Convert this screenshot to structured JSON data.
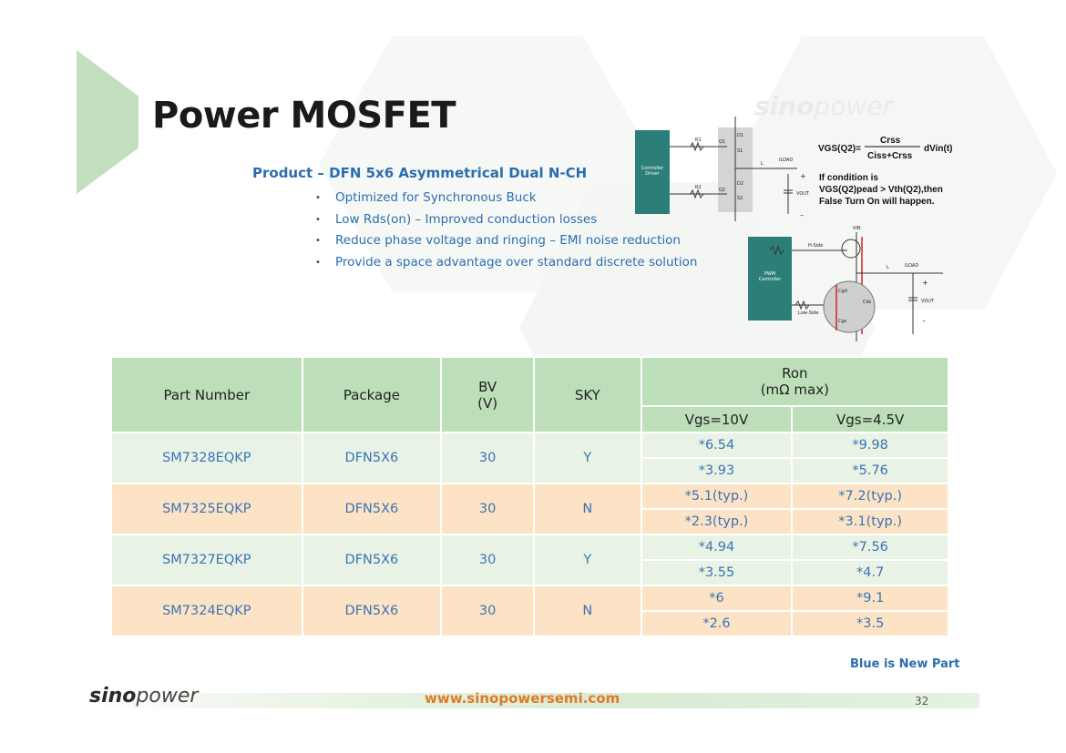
{
  "title": "Power MOSFET",
  "product": "Product – DFN 5x6 Asymmetrical Dual N-CH",
  "bullets": [
    "Optimized for Synchronous Buck",
    "Low Rds(on) – Improved conduction losses",
    "Reduce phase voltage and ringing – EMI noise reduction",
    "Provide a space advantage over standard discrete solution"
  ],
  "diagram": {
    "controller_label": [
      "Controller",
      "Driver"
    ],
    "pwm_label": [
      "PWM",
      "Controller"
    ],
    "formula_num": "Crss",
    "formula_den": "Ciss+Crss",
    "formula_lhs": "VGS(Q2)=",
    "formula_rhs": "dVin(t)",
    "condition_lines": [
      "If condition is",
      "VGS(Q2)pead > Vth(Q2),then",
      "False Turn On will happen."
    ],
    "labels": {
      "r1": "R1",
      "r2": "R2",
      "q1": "Q1",
      "q2": "Q2",
      "d1": "D1",
      "s1": "S1",
      "d2": "D2",
      "s2": "S2",
      "l": "L",
      "iload": "ILOAD",
      "vout": "VOUT",
      "hside": "H-Side",
      "lowside": "Low-Side",
      "vin": "VIN",
      "cgd": "Cgd",
      "cgs": "Cgs",
      "cds": "Cds"
    }
  },
  "watermark": {
    "bold": "sino",
    "rest": "power"
  },
  "table": {
    "headers": {
      "part": "Part Number",
      "package": "Package",
      "bv": "BV",
      "bv_unit": "(V)",
      "sky": "SKY",
      "ron": "Ron",
      "ron_unit": "(mΩ max)",
      "vgs10": "Vgs=10V",
      "vgs45": "Vgs=4.5V"
    },
    "rows": [
      {
        "part": "SM7328EQKP",
        "package": "DFN5X6",
        "bv": "30",
        "sky": "Y",
        "r1_10": "*6.54",
        "r1_45": "*9.98",
        "r2_10": "*3.93",
        "r2_45": "*5.76"
      },
      {
        "part": "SM7325EQKP",
        "package": "DFN5X6",
        "bv": "30",
        "sky": "N",
        "r1_10": "*5.1(typ.)",
        "r1_45": "*7.2(typ.)",
        "r2_10": "*2.3(typ.)",
        "r2_45": "*3.1(typ.)"
      },
      {
        "part": "SM7327EQKP",
        "package": "DFN5X6",
        "bv": "30",
        "sky": "Y",
        "r1_10": "*4.94",
        "r1_45": "*7.56",
        "r2_10": "*3.55",
        "r2_45": "*4.7"
      },
      {
        "part": "SM7324EQKP",
        "package": "DFN5X6",
        "bv": "30",
        "sky": "N",
        "r1_10": "*6",
        "r1_45": "*9.1",
        "r2_10": "*2.6",
        "r2_45": "*3.5"
      }
    ]
  },
  "note": "Blue is New Part",
  "footer": {
    "logo_bold": "sino",
    "logo_rest": "power",
    "url": "www.sinopowersemi.com",
    "page": "32"
  },
  "colors": {
    "accent_green": "#c3dfc0",
    "header_green": "#bcdfb9",
    "row_green": "#e8f3e5",
    "row_orange": "#fde3c6",
    "text_blue": "#2a6eb0",
    "url_orange": "#e07a27",
    "teal_box": "#2b7f78"
  }
}
